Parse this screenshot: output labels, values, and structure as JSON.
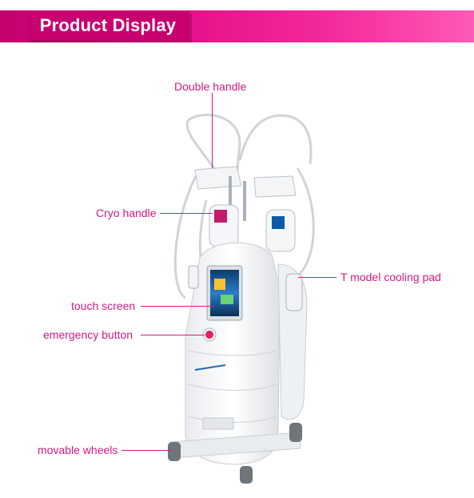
{
  "header": {
    "title": "Product Display"
  },
  "callouts": {
    "double_handle": "Double handle",
    "cryo_handle": "Cryo handle",
    "t_model_cooling_pad": "T model cooling pad",
    "touch_screen": "touch screen",
    "emergency_button": "emergency button",
    "movable_wheels": "movable wheels"
  },
  "colors": {
    "accent": "#d41a82",
    "banner": "#e4128a",
    "banner_label": "#c8006f"
  }
}
